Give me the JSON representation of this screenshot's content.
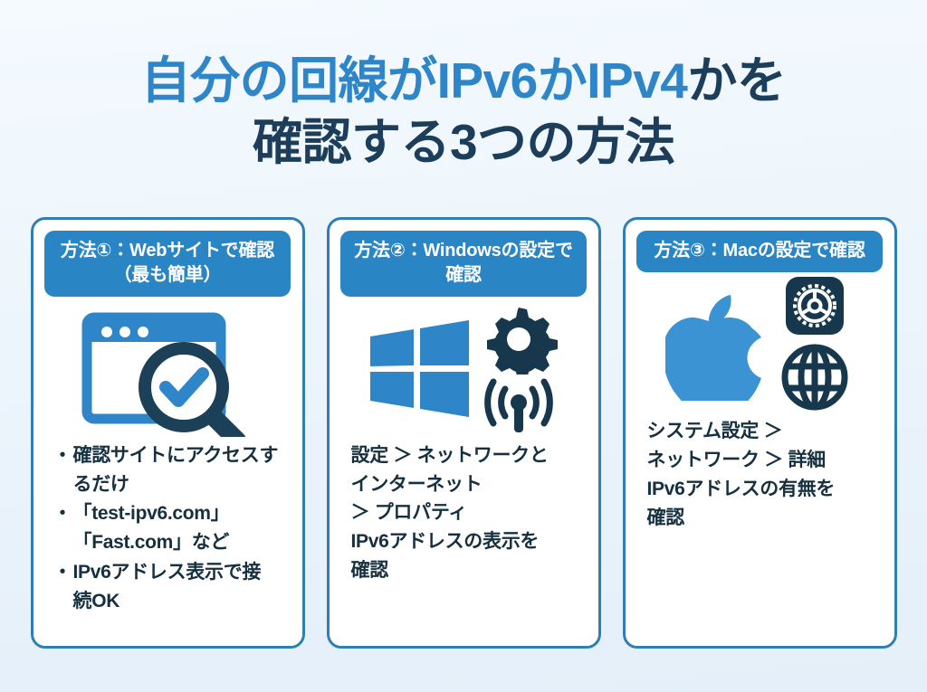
{
  "page": {
    "background_color": "#edf5fc",
    "accent_blue": "#2e86c8",
    "header_pill_blue": "#2a85c4",
    "navy": "#1d3e5a",
    "card_border": "#2f7fb5"
  },
  "title": {
    "line1_part1": "自分の回線が",
    "line1_part2": "IPv6かIPv4",
    "line1_part3": "かを",
    "line2": "確認する3つの方法"
  },
  "cards": [
    {
      "header": "方法①：Webサイトで確認（最も簡単）",
      "icons": [
        "browser-window-icon",
        "magnifier-check-icon"
      ],
      "body_type": "bullets",
      "bullets": [
        "確認サイトにアクセスするだけ",
        "「test-ipv6.com」「Fast.com」など",
        "IPv6アドレス表示で接続OK"
      ]
    },
    {
      "header": "方法②：Windowsの設定で確認",
      "icons": [
        "windows-logo-icon",
        "gear-icon",
        "wifi-antenna-icon"
      ],
      "body_type": "lines",
      "lines": "設定 ＞ ネットワークと\nインターネット\n＞ プロパティ\nIPv6アドレスの表示を\n確認"
    },
    {
      "header": "方法③：Macの設定で確認",
      "icons": [
        "apple-logo-icon",
        "system-settings-gear-icon",
        "globe-icon"
      ],
      "body_type": "lines",
      "lines": "システム設定 ＞\nネットワーク ＞ 詳細\nIPv6アドレスの有無を\n確認"
    }
  ]
}
